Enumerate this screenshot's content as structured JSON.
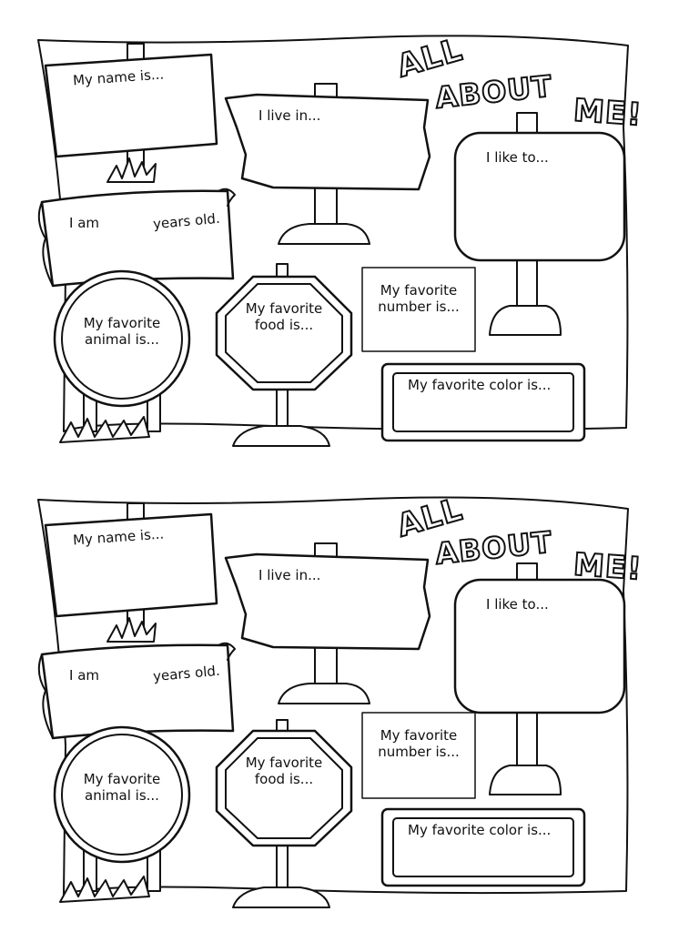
{
  "worksheet": {
    "title": {
      "line1": "ALL",
      "line2": "ABOUT",
      "line3": "ME!"
    },
    "name_prompt": "My name is...",
    "live_prompt": "I live in...",
    "like_prompt": "I like to...",
    "age_prompt_start": "I am",
    "age_prompt_end": "years old.",
    "animal_prompt_line1": "My favorite",
    "animal_prompt_line2": "animal is...",
    "food_prompt_line1": "My favorite",
    "food_prompt_line2": "food is...",
    "number_prompt_line1": "My favorite",
    "number_prompt_line2": "number is...",
    "color_prompt": "My favorite color is..."
  },
  "copies": 2,
  "colors": {
    "ink": "#111111",
    "paper": "#ffffff"
  }
}
